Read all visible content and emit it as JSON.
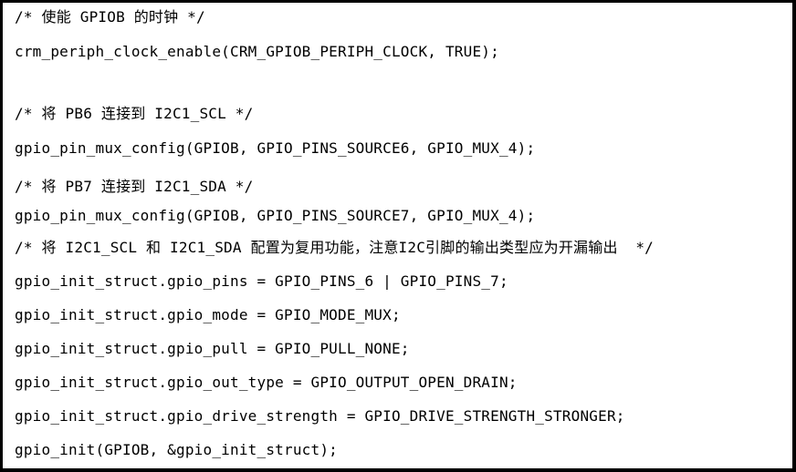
{
  "colors": {
    "text": "#000000",
    "background": "#ffffff",
    "border": "#000000"
  },
  "code": {
    "lines": [
      "/* 使能 GPIOB 的时钟 */",
      "crm_periph_clock_enable(CRM_GPIOB_PERIPH_CLOCK, TRUE);",
      "/* 将 PB6 连接到 I2C1_SCL */",
      "gpio_pin_mux_config(GPIOB, GPIO_PINS_SOURCE6, GPIO_MUX_4);",
      "/* 将 PB7 连接到 I2C1_SDA */",
      "gpio_pin_mux_config(GPIOB, GPIO_PINS_SOURCE7, GPIO_MUX_4);",
      "/* 将 I2C1_SCL 和 I2C1_SDA 配置为复用功能，注意I2C引脚的输出类型应为开漏输出  */",
      "gpio_init_struct.gpio_pins = GPIO_PINS_6 | GPIO_PINS_7;",
      "gpio_init_struct.gpio_mode = GPIO_MODE_MUX;",
      "gpio_init_struct.gpio_pull = GPIO_PULL_NONE;",
      "gpio_init_struct.gpio_out_type = GPIO_OUTPUT_OPEN_DRAIN;",
      "gpio_init_struct.gpio_drive_strength = GPIO_DRIVE_STRENGTH_STRONGER;",
      "gpio_init(GPIOB, &gpio_init_struct);"
    ]
  }
}
